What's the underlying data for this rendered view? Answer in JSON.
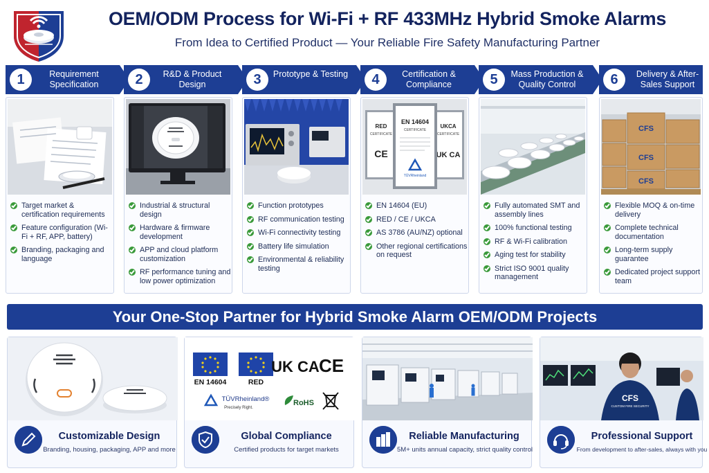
{
  "header": {
    "title": "OEM/ODM Process for Wi-Fi + RF 433MHz Hybrid Smoke Alarms",
    "subtitle": "From Idea to Certified Product — Your Reliable Fire Safety Manufacturing Partner"
  },
  "steps": [
    {
      "num": "1",
      "title": "Requirement Specification",
      "items": [
        "Target market & certification requirements",
        "Feature configuration (Wi-Fi + RF, APP, battery)",
        "Branding, packaging and language"
      ]
    },
    {
      "num": "2",
      "title": "R&D & Product Design",
      "items": [
        "Industrial & structural design",
        "Hardware & firmware development",
        "APP and cloud platform customization",
        "RF performance tuning and low power optimization"
      ]
    },
    {
      "num": "3",
      "title": "Prototype & Testing",
      "items": [
        "Function prototypes",
        "RF communication testing",
        "Wi-Fi connectivity testing",
        "Battery life simulation",
        "Environmental & reliability testing"
      ]
    },
    {
      "num": "4",
      "title": "Certification & Compliance",
      "items": [
        "EN 14604 (EU)",
        "RED / CE / UKCA",
        "AS 3786 (AU/NZ) optional",
        "Other regional certifications on request"
      ]
    },
    {
      "num": "5",
      "title": "Mass Production & Quality Control",
      "items": [
        "Fully automated SMT and assembly lines",
        "100% functional testing",
        "RF & Wi-Fi calibration",
        "Aging test for stability",
        "Strict ISO 9001 quality management"
      ]
    },
    {
      "num": "6",
      "title": "Delivery & After-Sales Support",
      "items": [
        "Flexible MOQ & on-time delivery",
        "Complete technical documentation",
        "Long-term supply guarantee",
        "Dedicated project support team"
      ]
    }
  ],
  "certificates": {
    "left": {
      "title": "RED",
      "sub": "CERTIFICATE",
      "mark": "CE"
    },
    "center": {
      "title": "EN 14604",
      "sub": "CERTIFICATE",
      "mark": "TÜVRheinland"
    },
    "right": {
      "title": "UKCA",
      "sub": "CERTIFICATE",
      "mark": "UK CA"
    }
  },
  "box_label": "CFS",
  "banner": "Your One-Stop Partner for Hybrid Smoke Alarm OEM/ODM Projects",
  "features": [
    {
      "title": "Customizable Design",
      "desc": "Branding, housing, packaging, APP and more",
      "icon": "pencil-icon"
    },
    {
      "title": "Global Compliance",
      "desc": "Certified products for target markets",
      "icon": "shield-check-icon"
    },
    {
      "title": "Reliable Manufacturing",
      "desc": "5M+ units annual capacity, strict quality control",
      "icon": "factory-icon"
    },
    {
      "title": "Professional Support",
      "desc": "From development to after-sales, always with you",
      "icon": "headset-icon"
    }
  ],
  "compliance_logos": {
    "en": "EN 14604",
    "red": "RED",
    "ukca": "UK CA",
    "ce": "CE",
    "tuv": "TÜVRheinland®",
    "tuv_tag": "Precisely Right.",
    "rohs": "RoHS"
  },
  "support_shirt": {
    "brand": "CFS",
    "tag": "CUSTOM FIRE SECURITY"
  },
  "colors": {
    "brand": "#1d3e94",
    "check": "#3a9a3a",
    "title": "#13235e"
  }
}
